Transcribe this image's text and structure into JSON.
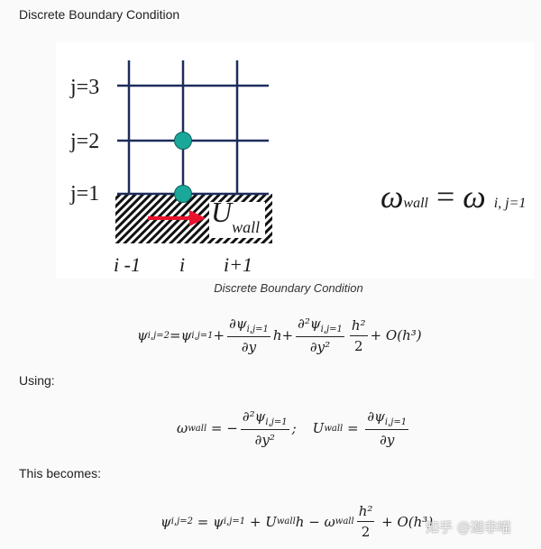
{
  "heading": "Discrete Boundary Condition",
  "figure": {
    "row_labels": [
      "j=3",
      "j=2",
      "j=1"
    ],
    "col_labels": [
      "i -1",
      "i",
      "i+1"
    ],
    "wall_velocity_label": "U",
    "wall_velocity_sub": "wall",
    "omega_lhs": "ω",
    "omega_lhs_sub": "wall",
    "omega_eq": "=",
    "omega_rhs": "ω",
    "omega_rhs_sub": "i, j=1",
    "grid_color": "#1f2d5c",
    "node_color": "#1aa89a",
    "arrow_color": "#e8142c"
  },
  "caption": "Discrete Boundary Condition",
  "eq1": {
    "lhs": "ψ",
    "lhs_sub": "i,j=2",
    "eq": " = ",
    "t1": "ψ",
    "t1_sub": "i,j=1",
    "plus": " + ",
    "f1_num": "∂ψ",
    "f1_num_sub": "i,j=1",
    "f1_den": "∂y",
    "h": "h",
    "f2_num": "∂²ψ",
    "f2_num_sub": "i,j=1",
    "f2_den": "∂y²",
    "f3_num": "h²",
    "f3_den": "2",
    "tail": " + O(h³)"
  },
  "using_label": "Using:",
  "eq2": {
    "w": "ω",
    "w_sub": "wall",
    "eq": " = −",
    "f1_num": "∂²ψ",
    "f1_num_sub": "i,j=1",
    "f1_den": "∂y²",
    "semi": ";",
    "u": "U",
    "u_sub": "wall",
    "eq2": " = ",
    "f2_num": "∂ψ",
    "f2_num_sub": "i,j=1",
    "f2_den": "∂y"
  },
  "becomes_label": "This becomes:",
  "eq3": {
    "lhs": "ψ",
    "lhs_sub": "i,j=2",
    "eq": " = ",
    "t1": "ψ",
    "t1_sub": "i,j=1",
    "plus": " + ",
    "u": "U",
    "u_sub": "wall",
    "h": "h",
    "minus": " − ",
    "w": "ω",
    "w_sub": "wall",
    "f_num": "h²",
    "f_den": "2",
    "tail": " + O(h³)"
  },
  "watermark": "知乎 @迦非喵"
}
